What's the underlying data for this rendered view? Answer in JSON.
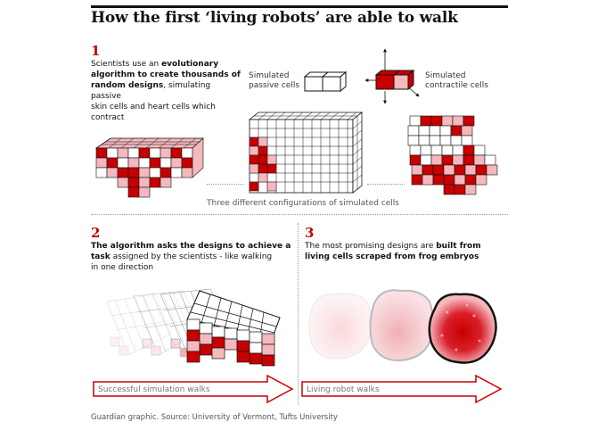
{
  "title": "How the first ‘living robots’ are able to walk",
  "step1": {
    "number": "1",
    "line1": "Scientists use an ",
    "line1b": "evolutionary",
    "line2b": "algorithm to create thousands of",
    "line3b": "random designs",
    "line3": ", simulating passive",
    "line4": "skin cells and heart cells which",
    "line5": "contract"
  },
  "legend": {
    "passive": "Simulated passive cells",
    "contractile": "Simulated contractile cells"
  },
  "configs_caption": "Three different configurations of simulated cells",
  "step2": {
    "number": "2",
    "line1b": "The algorithm asks the designs to achieve a",
    "line2b": "task",
    "line2": " assigned by the scientists - like walking",
    "line3": "in one direction",
    "arrow_label": "Successful simulation walks"
  },
  "step3": {
    "number": "3",
    "line1": "The most promising designs are ",
    "line1b": "built from",
    "line2b": "living cells scraped from frog embryos",
    "arrow_label": "Living robot walks"
  },
  "source": "Guardian graphic. Source: University of Vermont, Tufts University",
  "colors": {
    "accent": "#c70000",
    "light_red": "#f4b8bd",
    "grid": "#121212"
  }
}
